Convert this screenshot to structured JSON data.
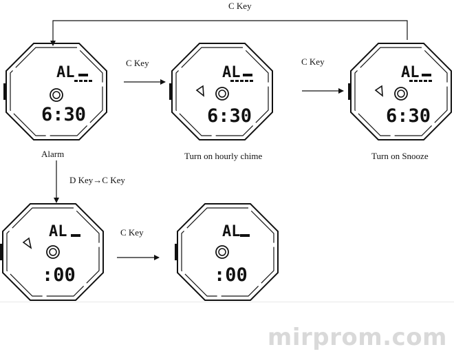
{
  "labels": {
    "top_loop_key": "C   Key",
    "arrow1_key": "C   Key",
    "arrow2_key": "C   Key",
    "down_key": "D Key→C   Key",
    "arrow3_key": "C   Key"
  },
  "captions": {
    "alarm": "Alarm",
    "hourly_chime": "Turn on hourly chime",
    "snooze": "Turn on Snooze"
  },
  "watches": {
    "w1": {
      "mode": "AL",
      "time": "6:30"
    },
    "w2": {
      "mode": "AL",
      "time": "6:30"
    },
    "w3": {
      "mode": "AL",
      "time": "6:30"
    },
    "w4": {
      "mode": "AL",
      "time": ":00"
    },
    "w5": {
      "mode": "AL",
      "time": ":00"
    }
  },
  "watermark": "mirprom.com"
}
